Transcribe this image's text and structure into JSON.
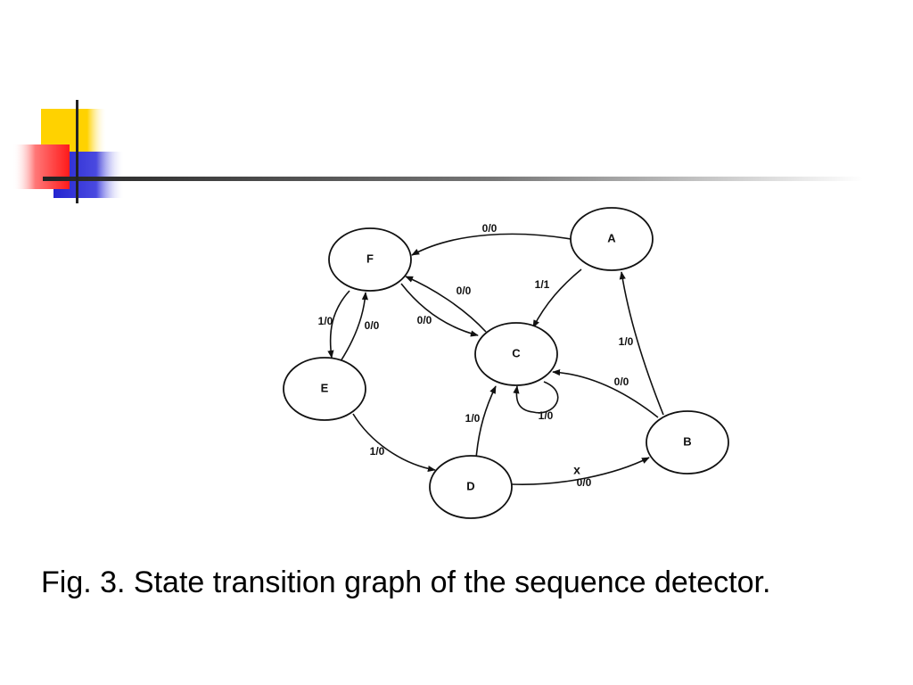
{
  "slide": {
    "colors": {
      "yellow": "#ffd200",
      "red": "#ff2a2a",
      "blue": "#2b2bd9",
      "line": "#222222"
    }
  },
  "diagram": {
    "states": [
      {
        "id": "A",
        "label": "A"
      },
      {
        "id": "B",
        "label": "B"
      },
      {
        "id": "C",
        "label": "C"
      },
      {
        "id": "D",
        "label": "D"
      },
      {
        "id": "E",
        "label": "E"
      },
      {
        "id": "F",
        "label": "F"
      }
    ],
    "transitions": [
      {
        "from": "A",
        "to": "F",
        "label": "0/0"
      },
      {
        "from": "A",
        "to": "C",
        "label": "1/1"
      },
      {
        "from": "C",
        "to": "F",
        "label": "0/0"
      },
      {
        "from": "F",
        "to": "C",
        "label": "0/0"
      },
      {
        "from": "F",
        "to": "E",
        "label": "1/0"
      },
      {
        "from": "E",
        "to": "F",
        "label": "0/0"
      },
      {
        "from": "C",
        "to": "C",
        "label": "1/0"
      },
      {
        "from": "E",
        "to": "D",
        "label": "1/0"
      },
      {
        "from": "D",
        "to": "C",
        "label": "1/0"
      },
      {
        "from": "D",
        "to": "B",
        "label": "0/0"
      },
      {
        "from": "B",
        "to": "C",
        "label": "0/0"
      },
      {
        "from": "B",
        "to": "A",
        "label": "1/0"
      }
    ],
    "mark": "x"
  },
  "caption": "Fig. 3. State transition graph of the sequence detector."
}
